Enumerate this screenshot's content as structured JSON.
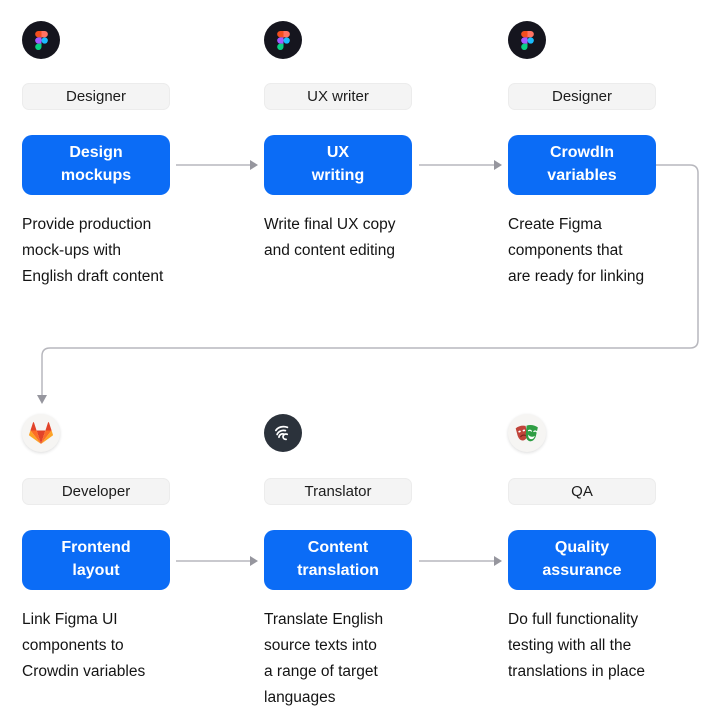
{
  "palette": {
    "accent_blue": "#0b6cf6",
    "label_background": "#f4f4f4",
    "connector_gray": "#b7b7bd",
    "text_dark": "#141414"
  },
  "rows": [
    {
      "steps": [
        {
          "icon": "figma-icon",
          "role": "Designer",
          "step": "Design\nmockups",
          "desc": "Provide production\nmock-ups with\nEnglish draft content"
        },
        {
          "icon": "figma-icon",
          "role": "UX writer",
          "step": "UX\nwriting",
          "desc": "Write final UX copy\nand content editing"
        },
        {
          "icon": "figma-icon",
          "role": "Designer",
          "step": "CrowdIn\nvariables",
          "desc": "Create Figma\ncomponents that\nare ready for linking"
        }
      ]
    },
    {
      "steps": [
        {
          "icon": "gitlab-icon",
          "role": "Developer",
          "step": "Frontend\nlayout",
          "desc": "Link Figma UI\ncomponents to\nCrowdin variables"
        },
        {
          "icon": "crowdin-icon",
          "role": "Translator",
          "step": "Content\ntranslation",
          "desc": "Translate English\nsource texts into\na range of target\nlanguages"
        },
        {
          "icon": "theater-masks-icon",
          "role": "QA",
          "step": "Quality\nassurance",
          "desc": "Do full functionality\ntesting with all the\ntranslations in place"
        }
      ]
    }
  ]
}
